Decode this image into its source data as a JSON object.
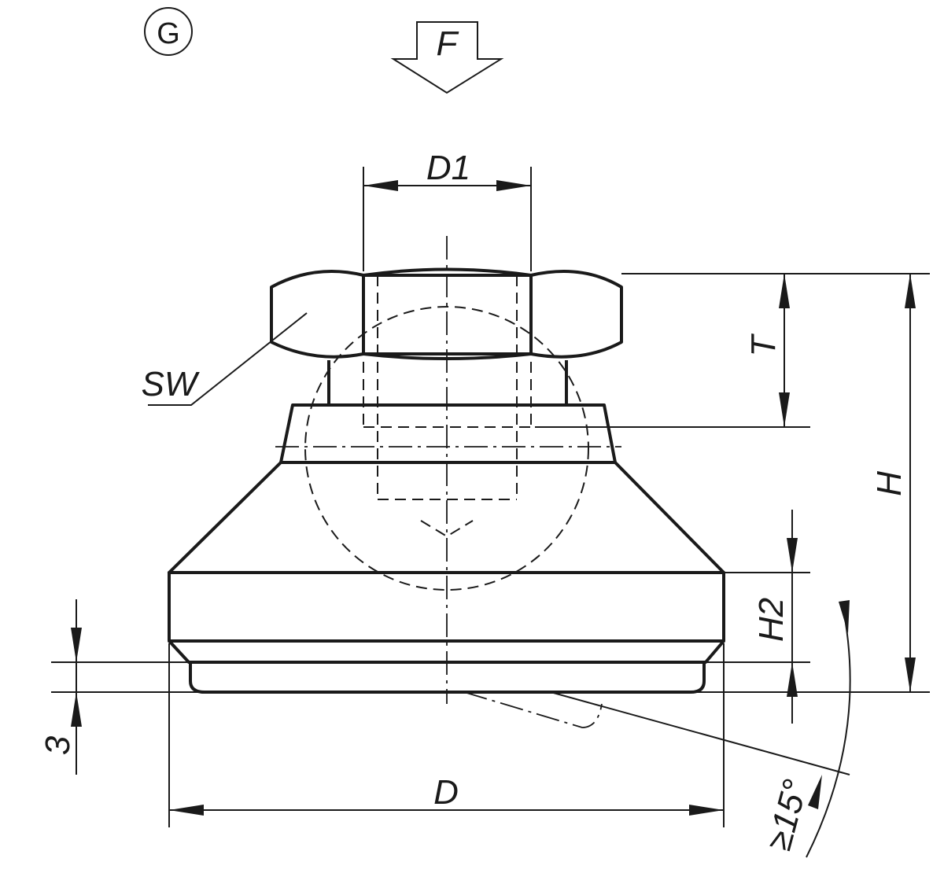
{
  "labels": {
    "view": "G",
    "force": "F",
    "thread_diameter": "D1",
    "wrench_size": "SW",
    "thread_depth": "T",
    "height": "H",
    "base_height": "H2",
    "pad_thickness": "3",
    "diameter": "D",
    "tilt_angle": "≥15°"
  },
  "colors": {
    "line": "#1a1a1a",
    "background": "#ffffff"
  }
}
